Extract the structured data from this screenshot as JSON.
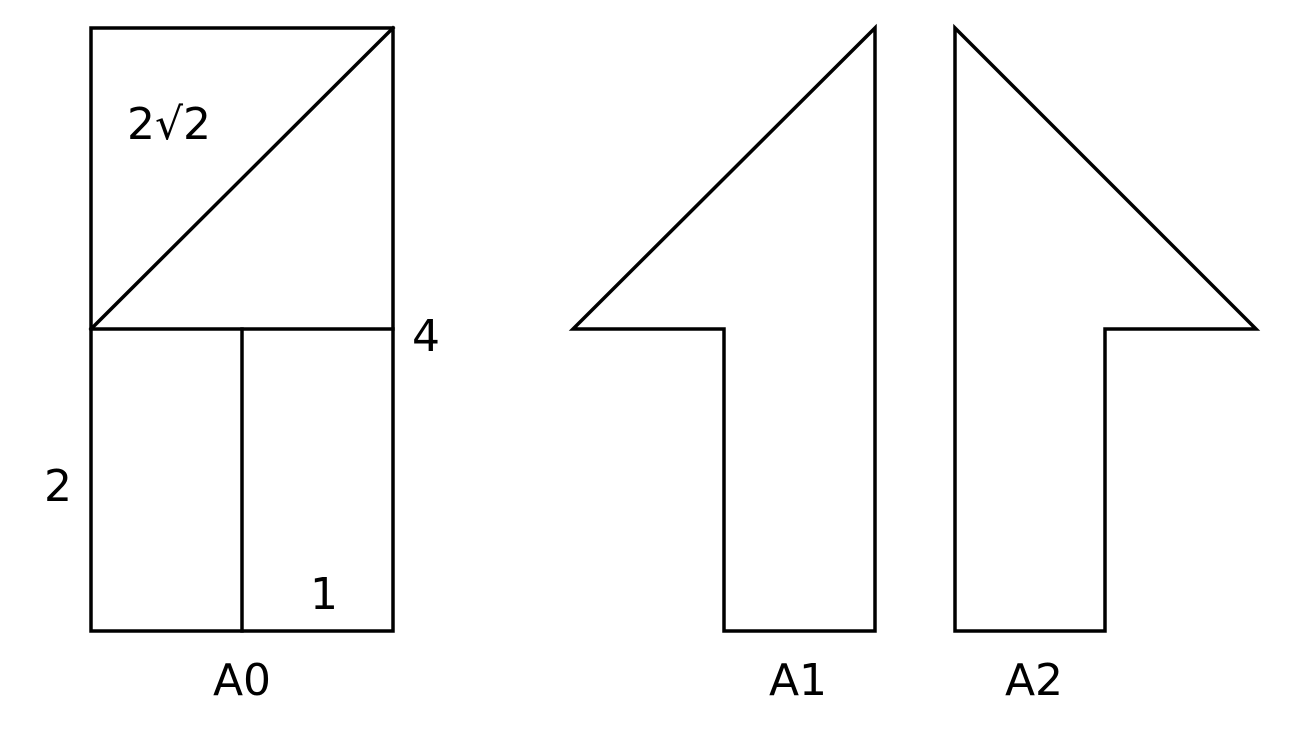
{
  "figures": [
    {
      "name": "A0",
      "labels": {
        "diagonal": "2√2",
        "side": "4",
        "height": "2",
        "width": "1"
      }
    },
    {
      "name": "A1"
    },
    {
      "name": "A2"
    }
  ],
  "colors": {
    "stroke": "#000000",
    "background": "#ffffff"
  }
}
